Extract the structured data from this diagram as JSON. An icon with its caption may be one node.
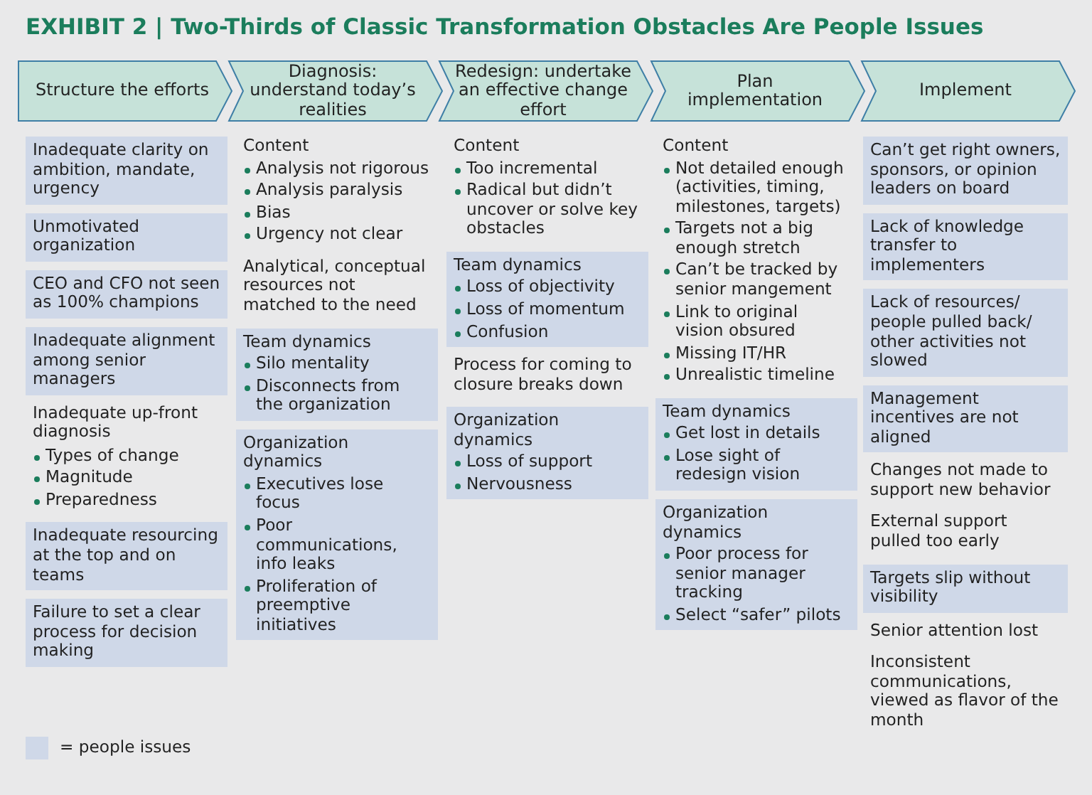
{
  "diagram": {
    "title": "EXHIBIT 2 | Two-Thirds of Classic Transformation Obstacles Are People Issues",
    "nodes": [
      {
        "text": [
          "Structure the efforts"
        ]
      },
      {
        "text": [
          "Diagnosis: understand today’s realities"
        ]
      },
      {
        "text": [
          "Redesign: undertake an effective change effort"
        ]
      },
      {
        "text": [
          "Plan implementation"
        ]
      },
      {
        "text": [
          "Implement"
        ]
      },
      {
        "text": [
          "Inadequate clarity on ambition, mandate, urgency"
        ]
      },
      {
        "text": [
          "Unmotivated organization"
        ]
      },
      {
        "text": [
          "CEO and CFO not seen as 100% champions"
        ]
      },
      {
        "text": [
          "Inadequate alignment among senior managers"
        ]
      },
      {
        "text": [
          "Inadequate resourcing at the top and on teams"
        ]
      },
      {
        "text": [
          "Failure to set a clear process for decision making"
        ]
      },
      {
        "text": [
          "Team dynamics",
          "Silo mentality",
          "Disconnects from the organization"
        ]
      },
      {
        "text": [
          "Organization dynamics",
          "Executives lose focus",
          "Poor communications, info leaks",
          "Proliferation of preemptive initiatives"
        ]
      },
      {
        "text": [
          "Team dynamics",
          "Loss of objectivity",
          "Loss of momentum",
          "Confusion"
        ]
      },
      {
        "text": [
          "Organization dynamics",
          "Loss of support",
          "Nervousness"
        ]
      },
      {
        "text": [
          "Team dynamics",
          "Get lost in details",
          "Lose sight of redesign vision"
        ]
      },
      {
        "text": [
          "Organization dynamics",
          "Poor process for senior manager tracking",
          "Select “safer” pilots"
        ]
      },
      {
        "text": [
          "Can’t get right owners, sponsors, or opinion leaders on board"
        ]
      },
      {
        "text": [
          "Lack of knowledge transfer to implementers"
        ]
      },
      {
        "text": [
          "Lack of resources/ people pulled back/ other activities not slowed"
        ]
      },
      {
        "text": [
          "Management incentives are not aligned"
        ]
      },
      {
        "text": [
          "Targets slip without visibility"
        ]
      }
    ],
    "labels": [
      "Inadequate up-front diagnosis",
      "Types of change",
      "Magnitude",
      "Preparedness",
      "Content",
      "Analysis not rigorous",
      "Analysis paralysis",
      "Bias",
      "Urgency not clear",
      "Analytical, conceptual resources not matched to the need",
      "Content",
      "Too incremental",
      "Radical but didn’t uncover or solve key obstacles",
      "Process for coming to closure breaks down",
      "Content",
      "Not detailed enough (activities, timing, milestones, targets)",
      "Targets not a big enough stretch",
      "Can’t be tracked by senior mangement",
      "Link to original vision obsured",
      "Missing IT/HR",
      "Unrealistic timeline",
      "Changes not made to support new behavior",
      "External support pulled too early",
      "Senior attention lost",
      "Inconsistent communications, viewed as flavor of the month"
    ],
    "legend": [
      {
        "text": "= people issues",
        "color": "#cfd8e8"
      }
    ]
  }
}
